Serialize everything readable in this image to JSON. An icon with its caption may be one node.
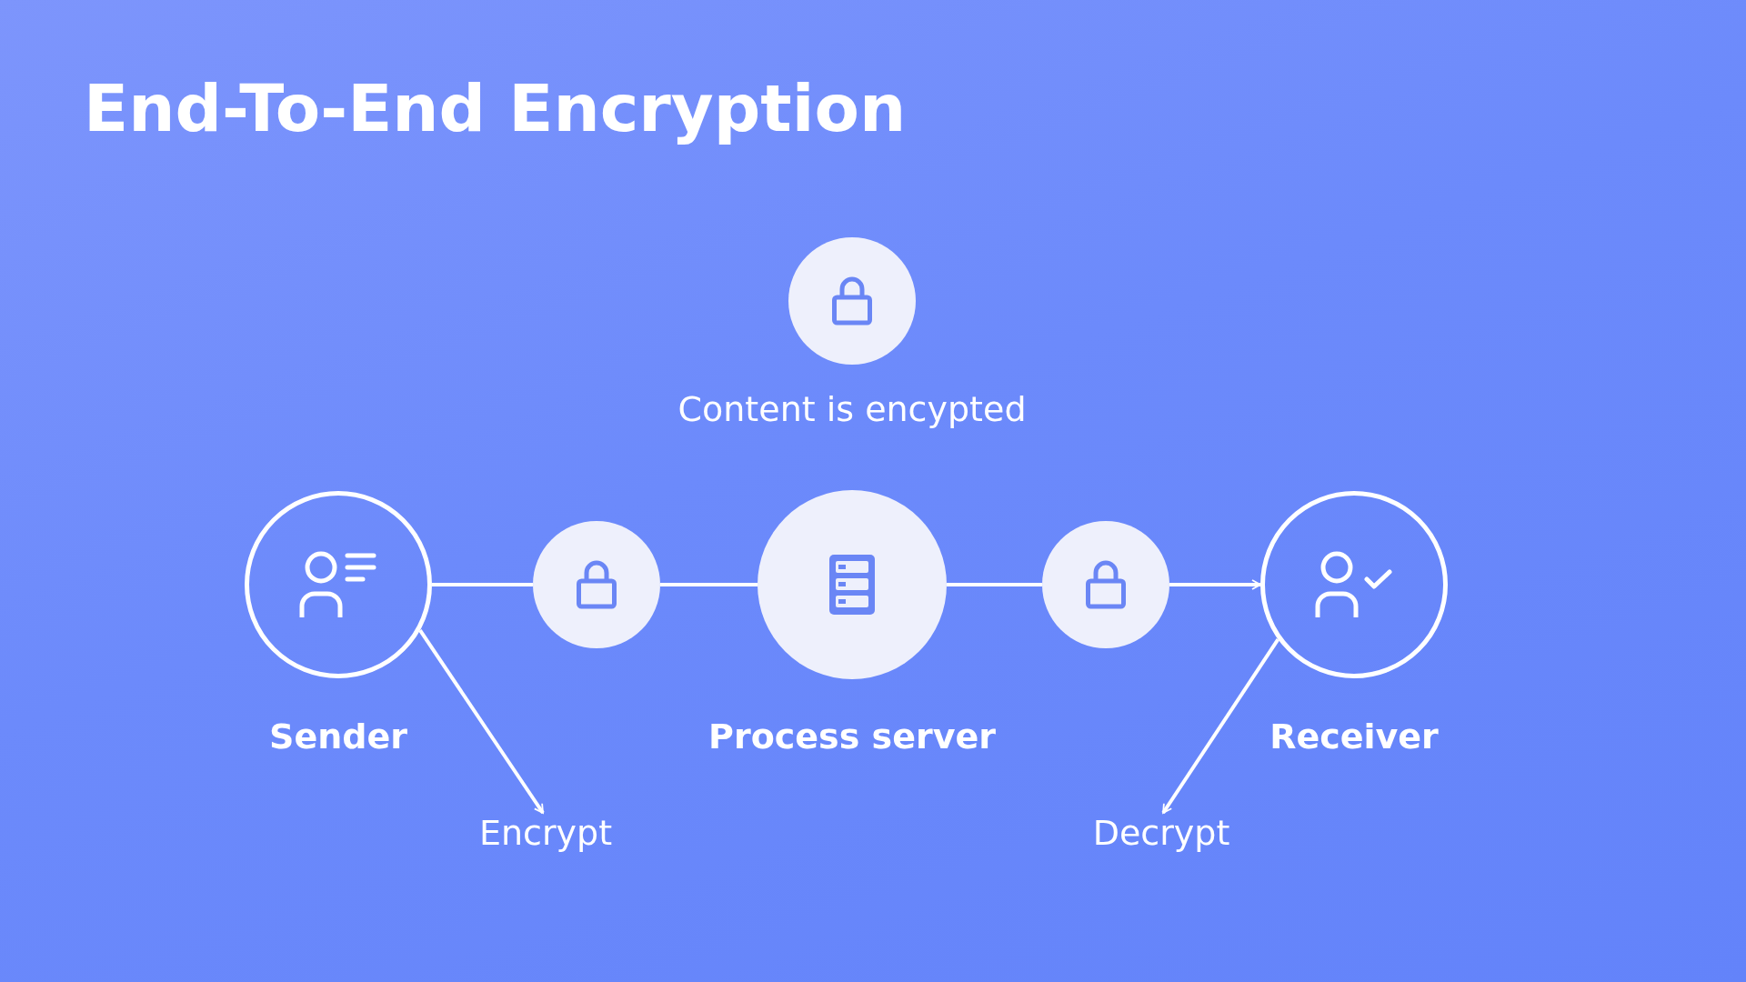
{
  "diagram": {
    "title": "End-To-End Encryption",
    "nodes": [
      {
        "text": [
          "Content is encypted"
        ]
      },
      {
        "text": [
          "Sender"
        ]
      },
      {
        "text": [],
        "shape": "circle"
      },
      {
        "text": [
          "Process server"
        ]
      },
      {
        "text": [],
        "shape": "circle"
      },
      {
        "text": [
          "Receiver"
        ]
      },
      {
        "text": [
          "Encrypt"
        ]
      },
      {
        "text": [
          "Decrypt"
        ]
      }
    ],
    "edges": [
      {
        "from": 1,
        "to": 2,
        "arrow": "none"
      },
      {
        "from": 2,
        "to": 3,
        "arrow": "none"
      },
      {
        "from": 3,
        "to": 4,
        "arrow": "none"
      },
      {
        "from": 4,
        "to": 5,
        "arrow": "to"
      },
      {
        "from": 1,
        "to": 6,
        "arrow": "to"
      },
      {
        "from": 5,
        "to": 7,
        "arrow": "to"
      }
    ]
  }
}
